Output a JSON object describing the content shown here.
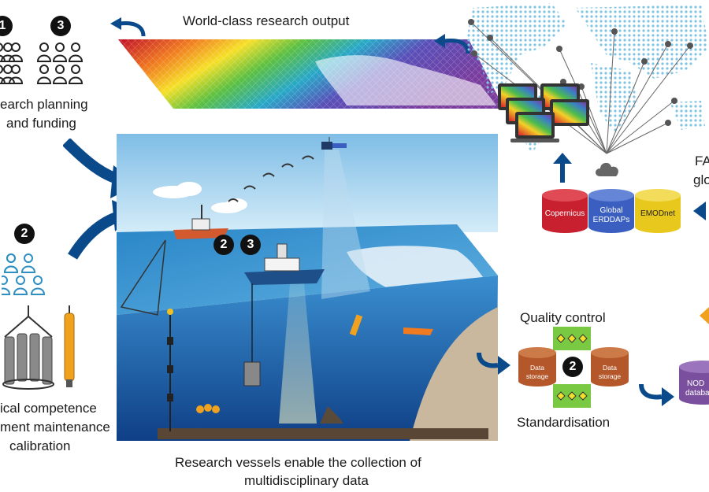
{
  "top": {
    "title": "World-class research output"
  },
  "left": {
    "planning_badge_a": "❶",
    "planning_badge_b": "3",
    "planning_line1": "earch planning",
    "planning_line2": "and funding",
    "competence_badge": "2",
    "competence_line1": "ical competence",
    "competence_line2": "ment maintenance",
    "competence_line3": "calibration"
  },
  "center": {
    "vessel_badge_a": "2",
    "vessel_badge_b": "3",
    "caption_line1": "Research vessels enable the collection of",
    "caption_line2": "multidisciplinary data"
  },
  "right": {
    "fair_line1": "FA",
    "fair_line2": "glo",
    "databases": [
      {
        "label": "Copernicus",
        "color": "#c8202e"
      },
      {
        "label": "Global ERDDAPs",
        "color": "#3a5fc0"
      },
      {
        "label": "EMODnet",
        "color": "#e9c81e"
      }
    ],
    "quality_control": "Quality control",
    "standardisation": "Standardisation",
    "storage_left": "Data storage",
    "storage_right": "Data storage",
    "storage_badge": "2",
    "nodc_line1": "NOD",
    "nodc_line2": "databa"
  },
  "colors": {
    "arrow": "#0a4a8a",
    "ocean_deep": "#1d5fa8",
    "sky": "#a9d3ee",
    "seafloor": "#c9b79e"
  }
}
